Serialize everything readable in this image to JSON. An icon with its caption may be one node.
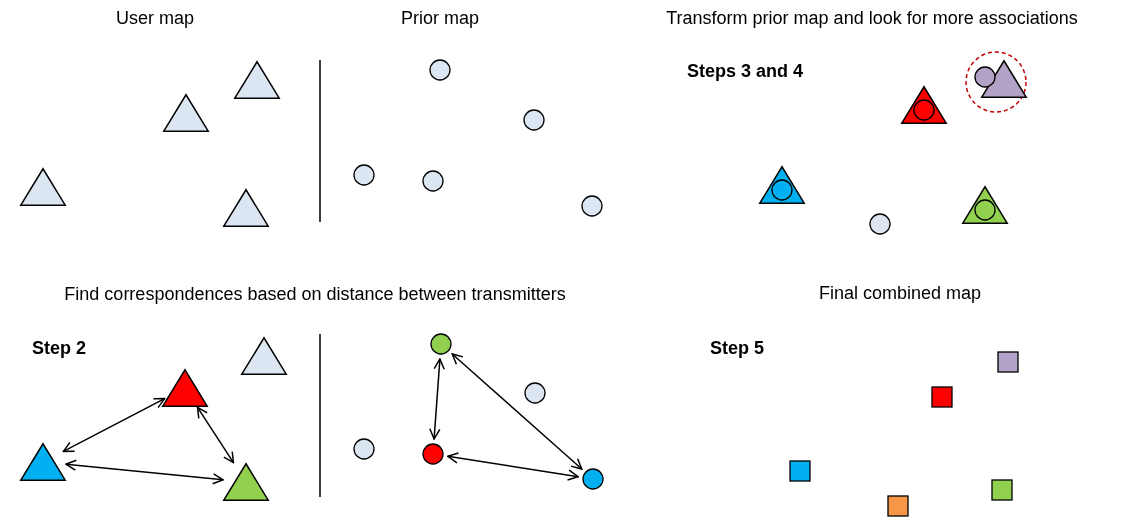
{
  "diagram": {
    "nodes": [
      {
        "text": [],
        "shape": "triangle"
      },
      {
        "text": [],
        "shape": "triangle"
      },
      {
        "text": [],
        "shape": "triangle"
      },
      {
        "text": [],
        "shape": "triangle"
      },
      {
        "text": [],
        "shape": "circle"
      },
      {
        "text": [],
        "shape": "circle"
      },
      {
        "text": [],
        "shape": "circle"
      },
      {
        "text": [],
        "shape": "circle"
      },
      {
        "text": [],
        "shape": "circle"
      },
      {
        "text": [],
        "shape": "triangle"
      },
      {
        "text": [],
        "shape": "circle"
      },
      {
        "text": [],
        "shape": "triangle"
      },
      {
        "text": [],
        "shape": "circle",
        "in": 11
      },
      {
        "text": [],
        "shape": "triangle"
      },
      {
        "text": [],
        "shape": "circle",
        "in": 13
      },
      {
        "text": [],
        "shape": "triangle"
      },
      {
        "text": [],
        "shape": "circle",
        "in": 15
      },
      {
        "text": [],
        "shape": "circle"
      },
      {
        "text": [],
        "shape": "triangle"
      },
      {
        "text": [],
        "shape": "triangle"
      },
      {
        "text": [],
        "shape": "triangle"
      },
      {
        "text": [],
        "shape": "triangle"
      },
      {
        "text": [],
        "shape": "circle"
      },
      {
        "text": [],
        "shape": "circle"
      },
      {
        "text": [],
        "shape": "circle"
      },
      {
        "text": [],
        "shape": "circle"
      },
      {
        "text": [],
        "shape": "circle"
      },
      {
        "text": [],
        "shape": "box"
      },
      {
        "text": [],
        "shape": "box"
      },
      {
        "text": [],
        "shape": "box"
      },
      {
        "text": [],
        "shape": "box"
      },
      {
        "text": [],
        "shape": "box"
      }
    ],
    "edges": [
      {
        "from": 19,
        "to": 20,
        "arrow": "both"
      },
      {
        "from": 19,
        "to": 21,
        "arrow": "both"
      },
      {
        "from": 20,
        "to": 21,
        "arrow": "both"
      },
      {
        "from": 22,
        "to": 25,
        "arrow": "both"
      },
      {
        "from": 22,
        "to": 26,
        "arrow": "both"
      },
      {
        "from": 25,
        "to": 26,
        "arrow": "both"
      }
    ],
    "labels": [
      "User map",
      "Prior map",
      "Transform prior map and look for more associations",
      "Steps 3 and 4",
      "Find correspondences based on distance between transmitters",
      "Step 2",
      "Final combined map",
      "Step 5"
    ]
  }
}
